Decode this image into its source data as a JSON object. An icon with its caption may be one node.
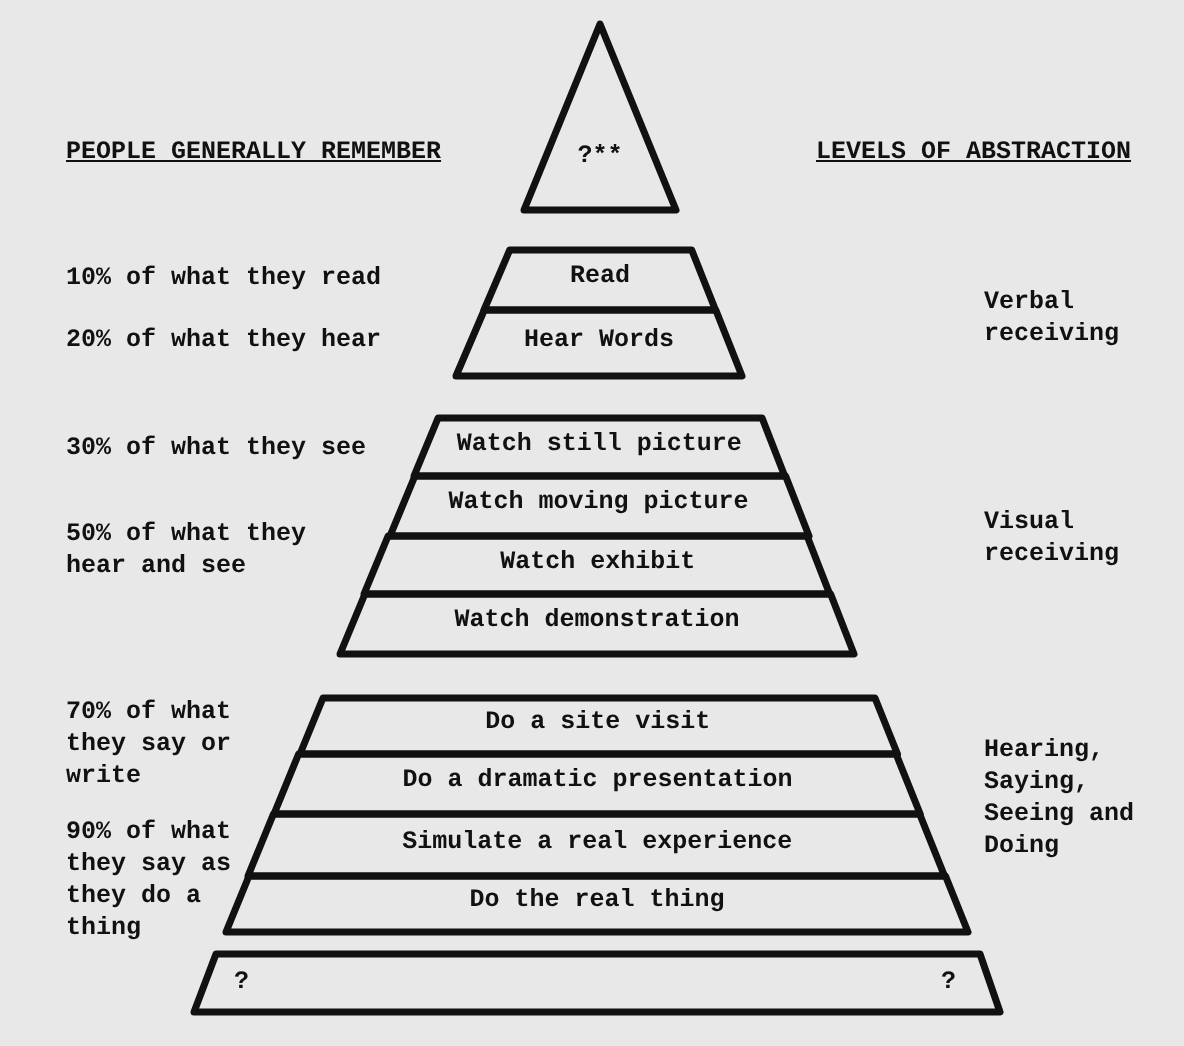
{
  "diagram": {
    "nodes": [
      {
        "text": [
          "?**"
        ]
      },
      {
        "text": [
          "Read"
        ]
      },
      {
        "text": [
          "Hear Words"
        ]
      },
      {
        "text": [
          "Watch still picture"
        ]
      },
      {
        "text": [
          "Watch moving picture"
        ]
      },
      {
        "text": [
          "Watch exhibit"
        ]
      },
      {
        "text": [
          "Watch demonstration"
        ]
      },
      {
        "text": [
          "Do a site visit"
        ]
      },
      {
        "text": [
          "Do a dramatic presentation"
        ]
      },
      {
        "text": [
          "Simulate a real experience"
        ]
      },
      {
        "text": [
          "Do the real thing"
        ]
      },
      {
        "text": [
          "?",
          "?"
        ]
      }
    ],
    "labels": [
      "PEOPLE GENERALLY REMEMBER",
      "LEVELS OF ABSTRACTION",
      "10% of what they read",
      "Verbal receiving",
      "20% of what they hear",
      "30% of what they see",
      "Visual receiving",
      "50% of what they hear and see",
      "70% of what they say or write",
      "Hearing, Saying, Seeing and Doing",
      "90% of what they say as they do a thing"
    ]
  }
}
